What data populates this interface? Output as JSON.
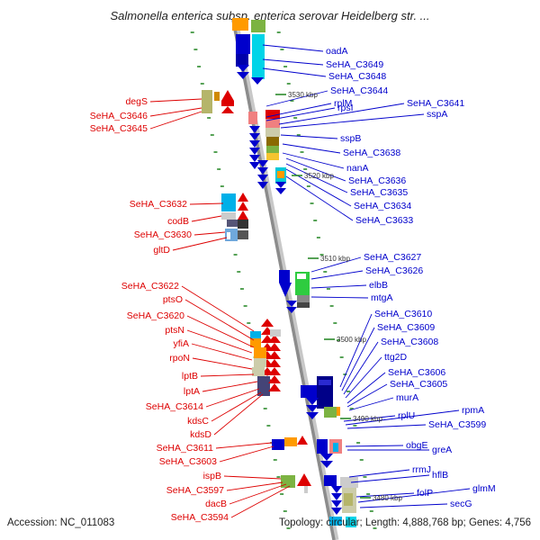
{
  "title": "Salmonella enterica subsp. enterica serovar Heidelberg str. ...",
  "accession": "Accession: NC_011083",
  "topology": "Topology: circular; Length: 4,888,768 bp; Genes: 4,756",
  "kbp_ticks": [
    "3530 kbp",
    "3520 kbp",
    "3510 kbp",
    "3500 kbp",
    "3490 kbp",
    "3480 kbp"
  ],
  "left_genes": [
    "degS",
    "SeHA_C3646",
    "SeHA_C3645",
    "SeHA_C3632",
    "codB",
    "SeHA_C3630",
    "gltD",
    "SeHA_C3622",
    "ptsO",
    "SeHA_C3620",
    "ptsN",
    "yfiA",
    "rpoN",
    "lptB",
    "lptA",
    "SeHA_C3614",
    "kdsC",
    "kdsD",
    "SeHA_C3611",
    "SeHA_C3603",
    "ispB",
    "SeHA_C3597",
    "dacB",
    "SeHA_C3594"
  ],
  "right_genes": [
    "oadA",
    "SeHA_C3649",
    "SeHA_C3648",
    "SeHA_C3644",
    "rplM",
    "rpsI",
    "SeHA_C3641",
    "sspA",
    "sspB",
    "SeHA_C3638",
    "nanA",
    "SeHA_C3636",
    "SeHA_C3635",
    "SeHA_C3634",
    "SeHA_C3633",
    "SeHA_C3627",
    "SeHA_C3626",
    "elbB",
    "mtgA",
    "SeHA_C3610",
    "SeHA_C3609",
    "SeHA_C3608",
    "ttg2D",
    "SeHA_C3606",
    "SeHA_C3605",
    "murA",
    "rplU",
    "rpmA",
    "SeHA_C3599",
    "obgE",
    "greA",
    "rrmJ",
    "hflB",
    "folP",
    "glmM",
    "secG"
  ],
  "colors": {
    "reverse_strand": "#dd0000",
    "forward_strand": "#0000cc",
    "axis": "#999999"
  }
}
